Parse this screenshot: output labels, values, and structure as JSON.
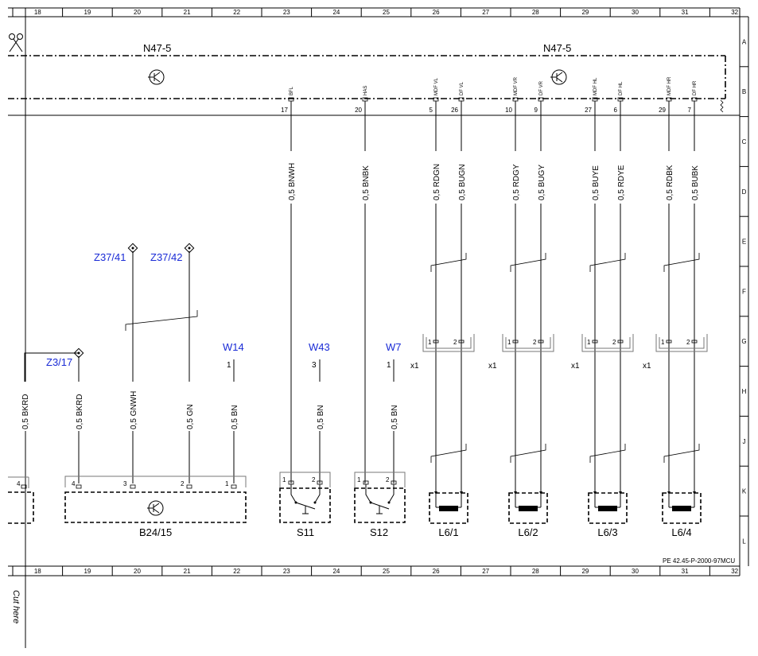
{
  "ruler": {
    "columns": [
      "18",
      "19",
      "20",
      "21",
      "22",
      "23",
      "24",
      "25",
      "26",
      "27",
      "28",
      "29",
      "30",
      "31",
      "32"
    ],
    "rows": [
      "A",
      "B",
      "C",
      "D",
      "E",
      "F",
      "G",
      "H",
      "J",
      "K",
      "L"
    ]
  },
  "modules": {
    "left": "N47-5",
    "right": "N47-5"
  },
  "module_pins": [
    {
      "name": "BFL",
      "num": "17"
    },
    {
      "name": "HAS",
      "num": "20"
    },
    {
      "name": "MDF VL",
      "num": "5"
    },
    {
      "name": "DF VL",
      "num": "26"
    },
    {
      "name": "MDF VR",
      "num": "10"
    },
    {
      "name": "DF VR",
      "num": "9"
    },
    {
      "name": "MDF HL",
      "num": "27"
    },
    {
      "name": "DF HL",
      "num": "6"
    },
    {
      "name": "MDF HR",
      "num": "29"
    },
    {
      "name": "DF HR",
      "num": "7"
    }
  ],
  "upper_wires": [
    "0,5 BNWH",
    "0,5 BNBK",
    "0,5 RDGN",
    "0,5 BUGN",
    "0,5 RDGY",
    "0,5 BUGY",
    "0,5 BUYE",
    "0,5 RDYE",
    "0,5 RDBK",
    "0,5 BUBK"
  ],
  "lower_wires": [
    "0,5 BKRD",
    "0,5 BKRD",
    "0,5 GNWH",
    "0,5 GN",
    "0,5 BN",
    "0,5 BN",
    "0,5 BN"
  ],
  "connectors": {
    "z3_17": "Z3/17",
    "z37_41": "Z37/41",
    "z37_42": "Z37/42",
    "w14": "W14",
    "w43": "W43",
    "w7": "W7",
    "w14_pin": "1",
    "w43_pin": "3",
    "w7_pin": "1"
  },
  "x1_labels": [
    "x1",
    "x1",
    "x1",
    "x1"
  ],
  "x1_pins": [
    "1",
    "2"
  ],
  "components": {
    "b24_15": "B24/15",
    "s11": "S11",
    "s12": "S12",
    "l6_1": "L6/1",
    "l6_2": "L6/2",
    "l6_3": "L6/3",
    "l6_4": "L6/4"
  },
  "component_pins": {
    "left_stub": "4",
    "b24": [
      "4",
      "3",
      "2",
      "1"
    ],
    "s11": [
      "1",
      "2"
    ],
    "s12": [
      "1",
      "2"
    ]
  },
  "footer": {
    "doc_ref": "PE 42.45-P-2000-97MCU",
    "cut_here": "Cut here"
  },
  "icons": [
    "scissors-icon",
    "transistor-icon",
    "transistor-icon",
    "transistor-icon"
  ]
}
